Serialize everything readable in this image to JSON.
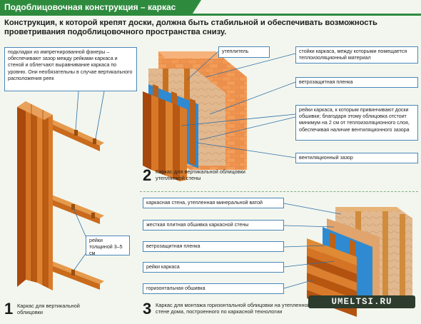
{
  "header": {
    "title": "Подоблицовочная конструкция – каркас"
  },
  "intro": "Конструкция, к которой крепят доски, должна быть стабильной и обеспечивать возможность проветривания подоблицовочного пространства снизу.",
  "figure1": {
    "number": "1",
    "caption": "Каркас для вертикальной облицовки",
    "callout_plywood": "подкладки из импрегнированной фанеры – обеспечивают зазор между рейками каркаса и стеной и облегчают выравнивание каркаса по уровню. Они необязательны в случае вертикального расположения реек",
    "callout_laths": "рейки толщиной 3–5 см"
  },
  "figure2": {
    "number": "2",
    "caption": "Каркас для вертикальной облицовки утепляемой стены",
    "callout_insulation": "утеплитель",
    "callout_posts": "стойки каркаса, между которыми помещается теплоизоляционный материал",
    "callout_membrane": "ветрозащитная пленка",
    "callout_battens": "рейки каркаса, к которым привинчивают доски обшивки; благодаря этому облицовка отстоит минимум на 2 см от теплоизоляционного слоя, обеспечивая наличие вентиляционного зазора",
    "callout_gap": "вентиляционный зазор"
  },
  "figure3": {
    "number": "3",
    "caption": "Каркас для монтажа горизонтальной облицовки на утепленной стене дома, построенного по каркасной технологии",
    "callout_wall": "каркасная стена, утепленная минеральной ватой",
    "callout_board": "жесткая плитная обшивка каркасной стены",
    "callout_membrane": "ветрозащитная пленка",
    "callout_battens": "рейки каркаса",
    "callout_siding": "горизонтальная обшивка"
  },
  "watermark": "UMELTSI.RU",
  "colors": {
    "header_green": "#2e8b3e",
    "callout_border": "#4a86b8",
    "wood": "#d97a1f",
    "brick": "#e5803a",
    "membrane": "#2f8ad1"
  }
}
